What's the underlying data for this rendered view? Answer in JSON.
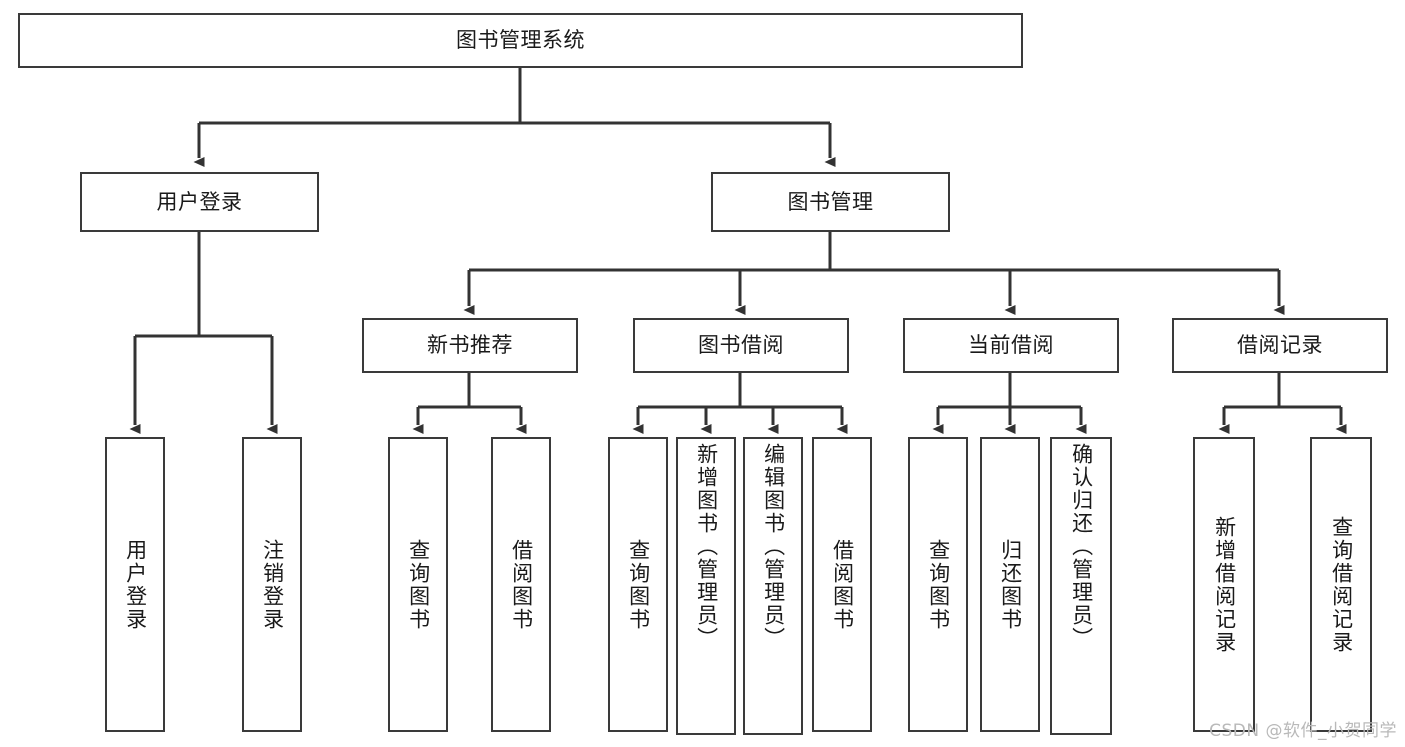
{
  "diagram": {
    "title": "图书管理系统",
    "type": "tree-hierarchy-diagram",
    "colors": {
      "box_border": "#3a3a3a",
      "box_fill": "#ffffff",
      "connector": "#333333",
      "text": "#1a1a1a",
      "watermark": "#b9b9b9",
      "background": "#ffffff"
    },
    "root": {
      "label": "图书管理系统"
    },
    "level2": [
      {
        "label": "用户登录"
      },
      {
        "label": "图书管理"
      }
    ],
    "level3": [
      {
        "label": "新书推荐"
      },
      {
        "label": "图书借阅"
      },
      {
        "label": "当前借阅"
      },
      {
        "label": "借阅记录"
      }
    ],
    "leaves": {
      "user_login": [
        {
          "label": "用户登录"
        },
        {
          "label": "注销登录"
        }
      ],
      "new_book_recommend": [
        {
          "label": "查询图书"
        },
        {
          "label": "借阅图书"
        }
      ],
      "book_borrow": [
        {
          "label": "查询图书"
        },
        {
          "label": "新增图书（管理员）"
        },
        {
          "label": "编辑图书（管理员）"
        },
        {
          "label": "借阅图书"
        }
      ],
      "current_borrow": [
        {
          "label": "查询图书"
        },
        {
          "label": "归还图书"
        },
        {
          "label": "确认归还（管理员）"
        }
      ],
      "borrow_record": [
        {
          "label": "新增借阅记录"
        },
        {
          "label": "查询借阅记录"
        }
      ]
    },
    "watermark": "CSDN @软件_小贺同学"
  }
}
